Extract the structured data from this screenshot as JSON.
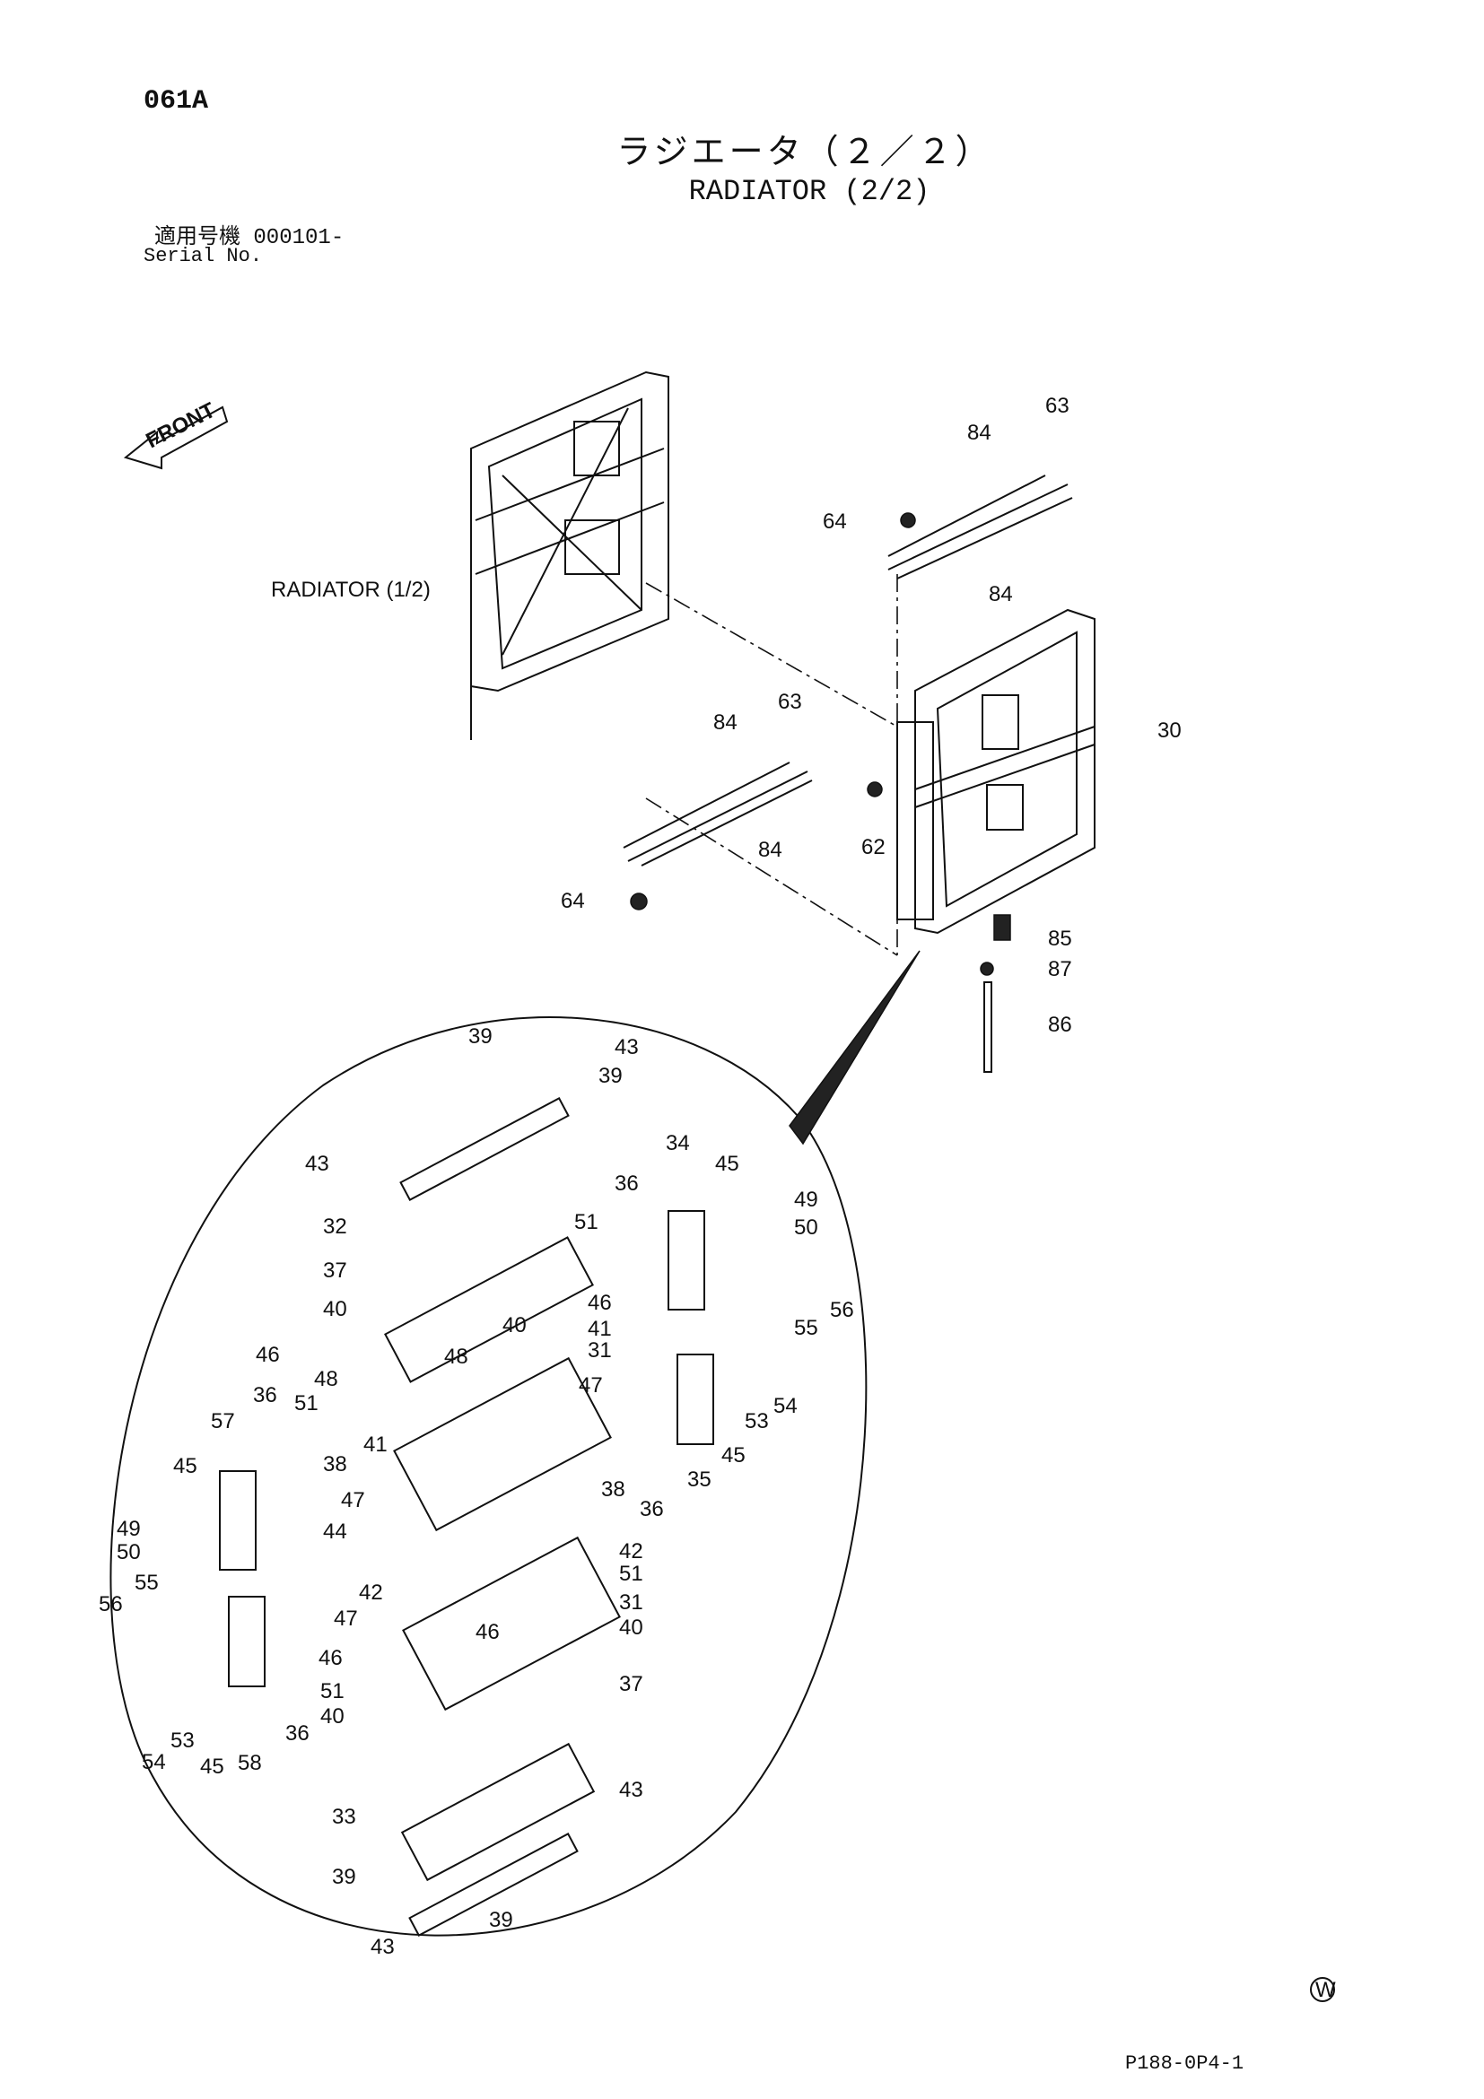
{
  "header": {
    "page_code": "061A",
    "title_jp": "ラジエータ（２／２）",
    "title_en": "RADIATOR (2/2)",
    "serial_jp": "適用号機 000101-",
    "serial_en": "Serial No."
  },
  "front_label": "FRONT",
  "reference_label": "RADIATOR (1/2)",
  "footer": {
    "doc_code": "P188-0P4-1",
    "mark": "W"
  },
  "callouts": [
    "63",
    "84",
    "64",
    "84",
    "30",
    "84",
    "63",
    "84",
    "62",
    "64",
    "85",
    "87",
    "86",
    "39",
    "43",
    "39",
    "43",
    "34",
    "45",
    "49",
    "50",
    "36",
    "32",
    "51",
    "37",
    "46",
    "40",
    "40",
    "41",
    "31",
    "46",
    "48",
    "48",
    "51",
    "47",
    "41",
    "56",
    "55",
    "54",
    "53",
    "45",
    "35",
    "36",
    "38",
    "36",
    "57",
    "45",
    "47",
    "38",
    "44",
    "49",
    "50",
    "42",
    "51",
    "55",
    "31",
    "40",
    "56",
    "42",
    "46",
    "47",
    "46",
    "37",
    "51",
    "40",
    "53",
    "54",
    "45",
    "58",
    "36",
    "43",
    "33",
    "39",
    "39",
    "43"
  ]
}
